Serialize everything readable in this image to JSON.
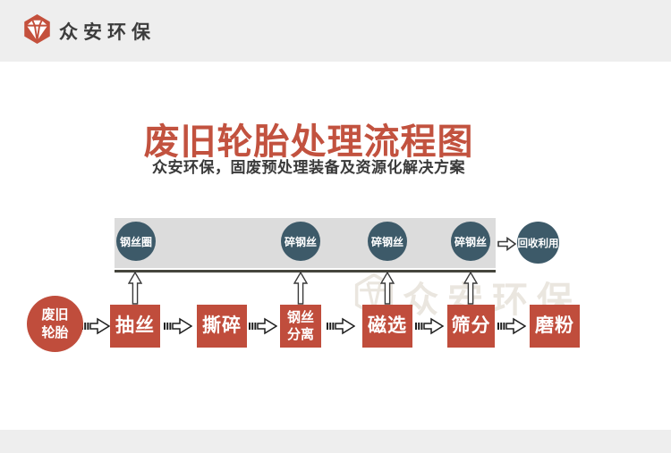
{
  "header": {
    "brand": "众安环保"
  },
  "hero": {
    "title": "废旧轮胎处理流程图",
    "subtitle": "众安环保，固废预处理装备及资源化解决方案"
  },
  "colors": {
    "accent_red": "#c04d3c",
    "title_red": "#c2523f",
    "slate_blue": "#3d5a69",
    "track_gray": "#dcdcdc",
    "band_gray": "#eeeeee",
    "line_dark": "#45453d"
  },
  "diagram": {
    "byproducts": [
      {
        "label": "钢丝圈"
      },
      {
        "label": "碎钢丝"
      },
      {
        "label": "碎钢丝"
      },
      {
        "label": "碎钢丝"
      }
    ],
    "recycle": {
      "label": "回收利用"
    },
    "source": {
      "lines": [
        "废旧",
        "轮胎"
      ]
    },
    "steps": [
      {
        "label": "抽丝"
      },
      {
        "label": "撕碎"
      },
      {
        "lines": [
          "钢丝",
          "分离"
        ]
      },
      {
        "label": "磁选"
      },
      {
        "label": "筛分"
      },
      {
        "label": "磨粉"
      }
    ]
  },
  "watermark": {
    "text": "众安环保"
  }
}
